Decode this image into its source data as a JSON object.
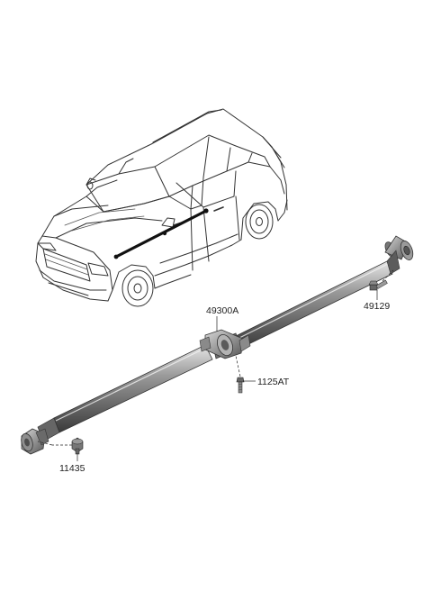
{
  "part_labels": {
    "center_bearing": "49300A",
    "rear_bolt": "49129",
    "bearing_bolt": "1125AT",
    "front_bolt": "11435"
  }
}
